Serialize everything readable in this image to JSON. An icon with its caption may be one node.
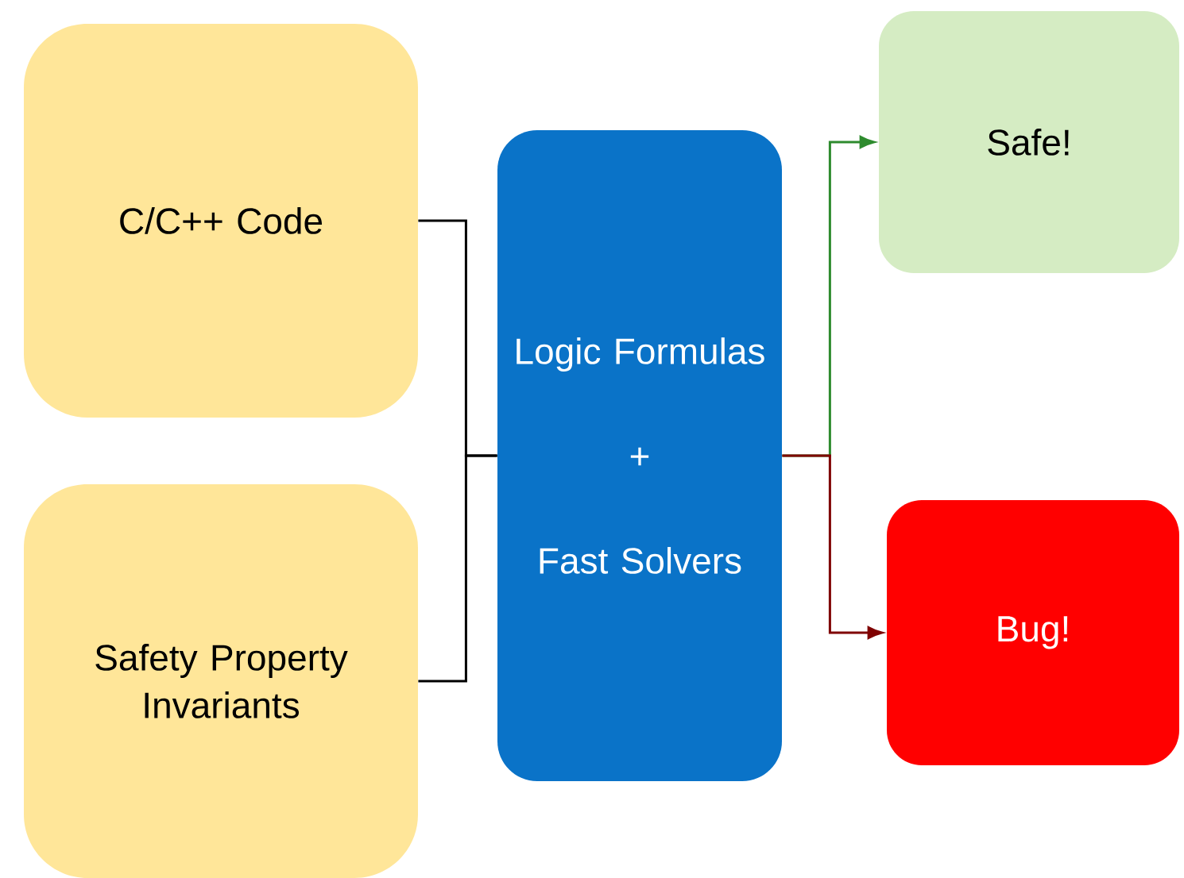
{
  "diagram": {
    "nodes": [
      {
        "text": [
          "C/C++ Code"
        ]
      },
      {
        "text": [
          "Safety Property Invariants"
        ]
      },
      {
        "text": [
          "Logic Formulas",
          "+",
          "Fast Solvers"
        ]
      },
      {
        "text": [
          "Safe!"
        ]
      },
      {
        "text": [
          "Bug!"
        ]
      }
    ],
    "edges": [
      {
        "from": 0,
        "to": 2,
        "arrow": "none"
      },
      {
        "from": 1,
        "to": 2,
        "arrow": "none"
      },
      {
        "from": 2,
        "to": 3,
        "arrow": "to",
        "color": "#2e8b2e"
      },
      {
        "from": 2,
        "to": 4,
        "arrow": "to",
        "color": "#7f0000"
      }
    ]
  }
}
